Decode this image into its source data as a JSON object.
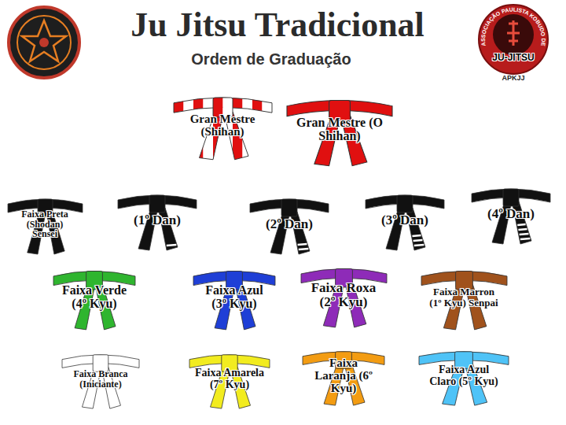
{
  "diagram": {
    "title": "Ju Jitsu Tradicional",
    "nodes": [
      {
        "text": [
          "Gran Mestre (Shihan)"
        ]
      },
      {
        "text": [
          "Gran Mestre (O Shihan)"
        ]
      },
      {
        "text": [
          "Faixa Preta (Shodan) Sensei"
        ]
      },
      {
        "text": [
          "(1º Dan)"
        ]
      },
      {
        "text": [
          "(2º Dan)"
        ]
      },
      {
        "text": [
          "(3º Dan)"
        ]
      },
      {
        "text": [
          "(4º Dan)"
        ]
      },
      {
        "text": [
          "Faixa Verde (4º Kyu)"
        ]
      },
      {
        "text": [
          "Faixa Azul (3º Kyu)"
        ]
      },
      {
        "text": [
          "Faixa Roxa (2º Kyu)"
        ]
      },
      {
        "text": [
          "Faixa Marron (1º Kyu) Senpai"
        ]
      },
      {
        "text": [
          "Faixa Branca (Iniciante)"
        ]
      },
      {
        "text": [
          "Faixa Amarela (7º Kyu)"
        ]
      },
      {
        "text": [
          "Faixa Laranja (6º Kyu)"
        ]
      },
      {
        "text": [
          "Faixa Azul Claro (5º Kyu)"
        ]
      }
    ],
    "labels": [
      "Ordem de Graduação",
      "ASSOCIAÇÃO PAULISTA KOBUDO DE",
      "JU-JITSU",
      "APKJJ"
    ]
  }
}
